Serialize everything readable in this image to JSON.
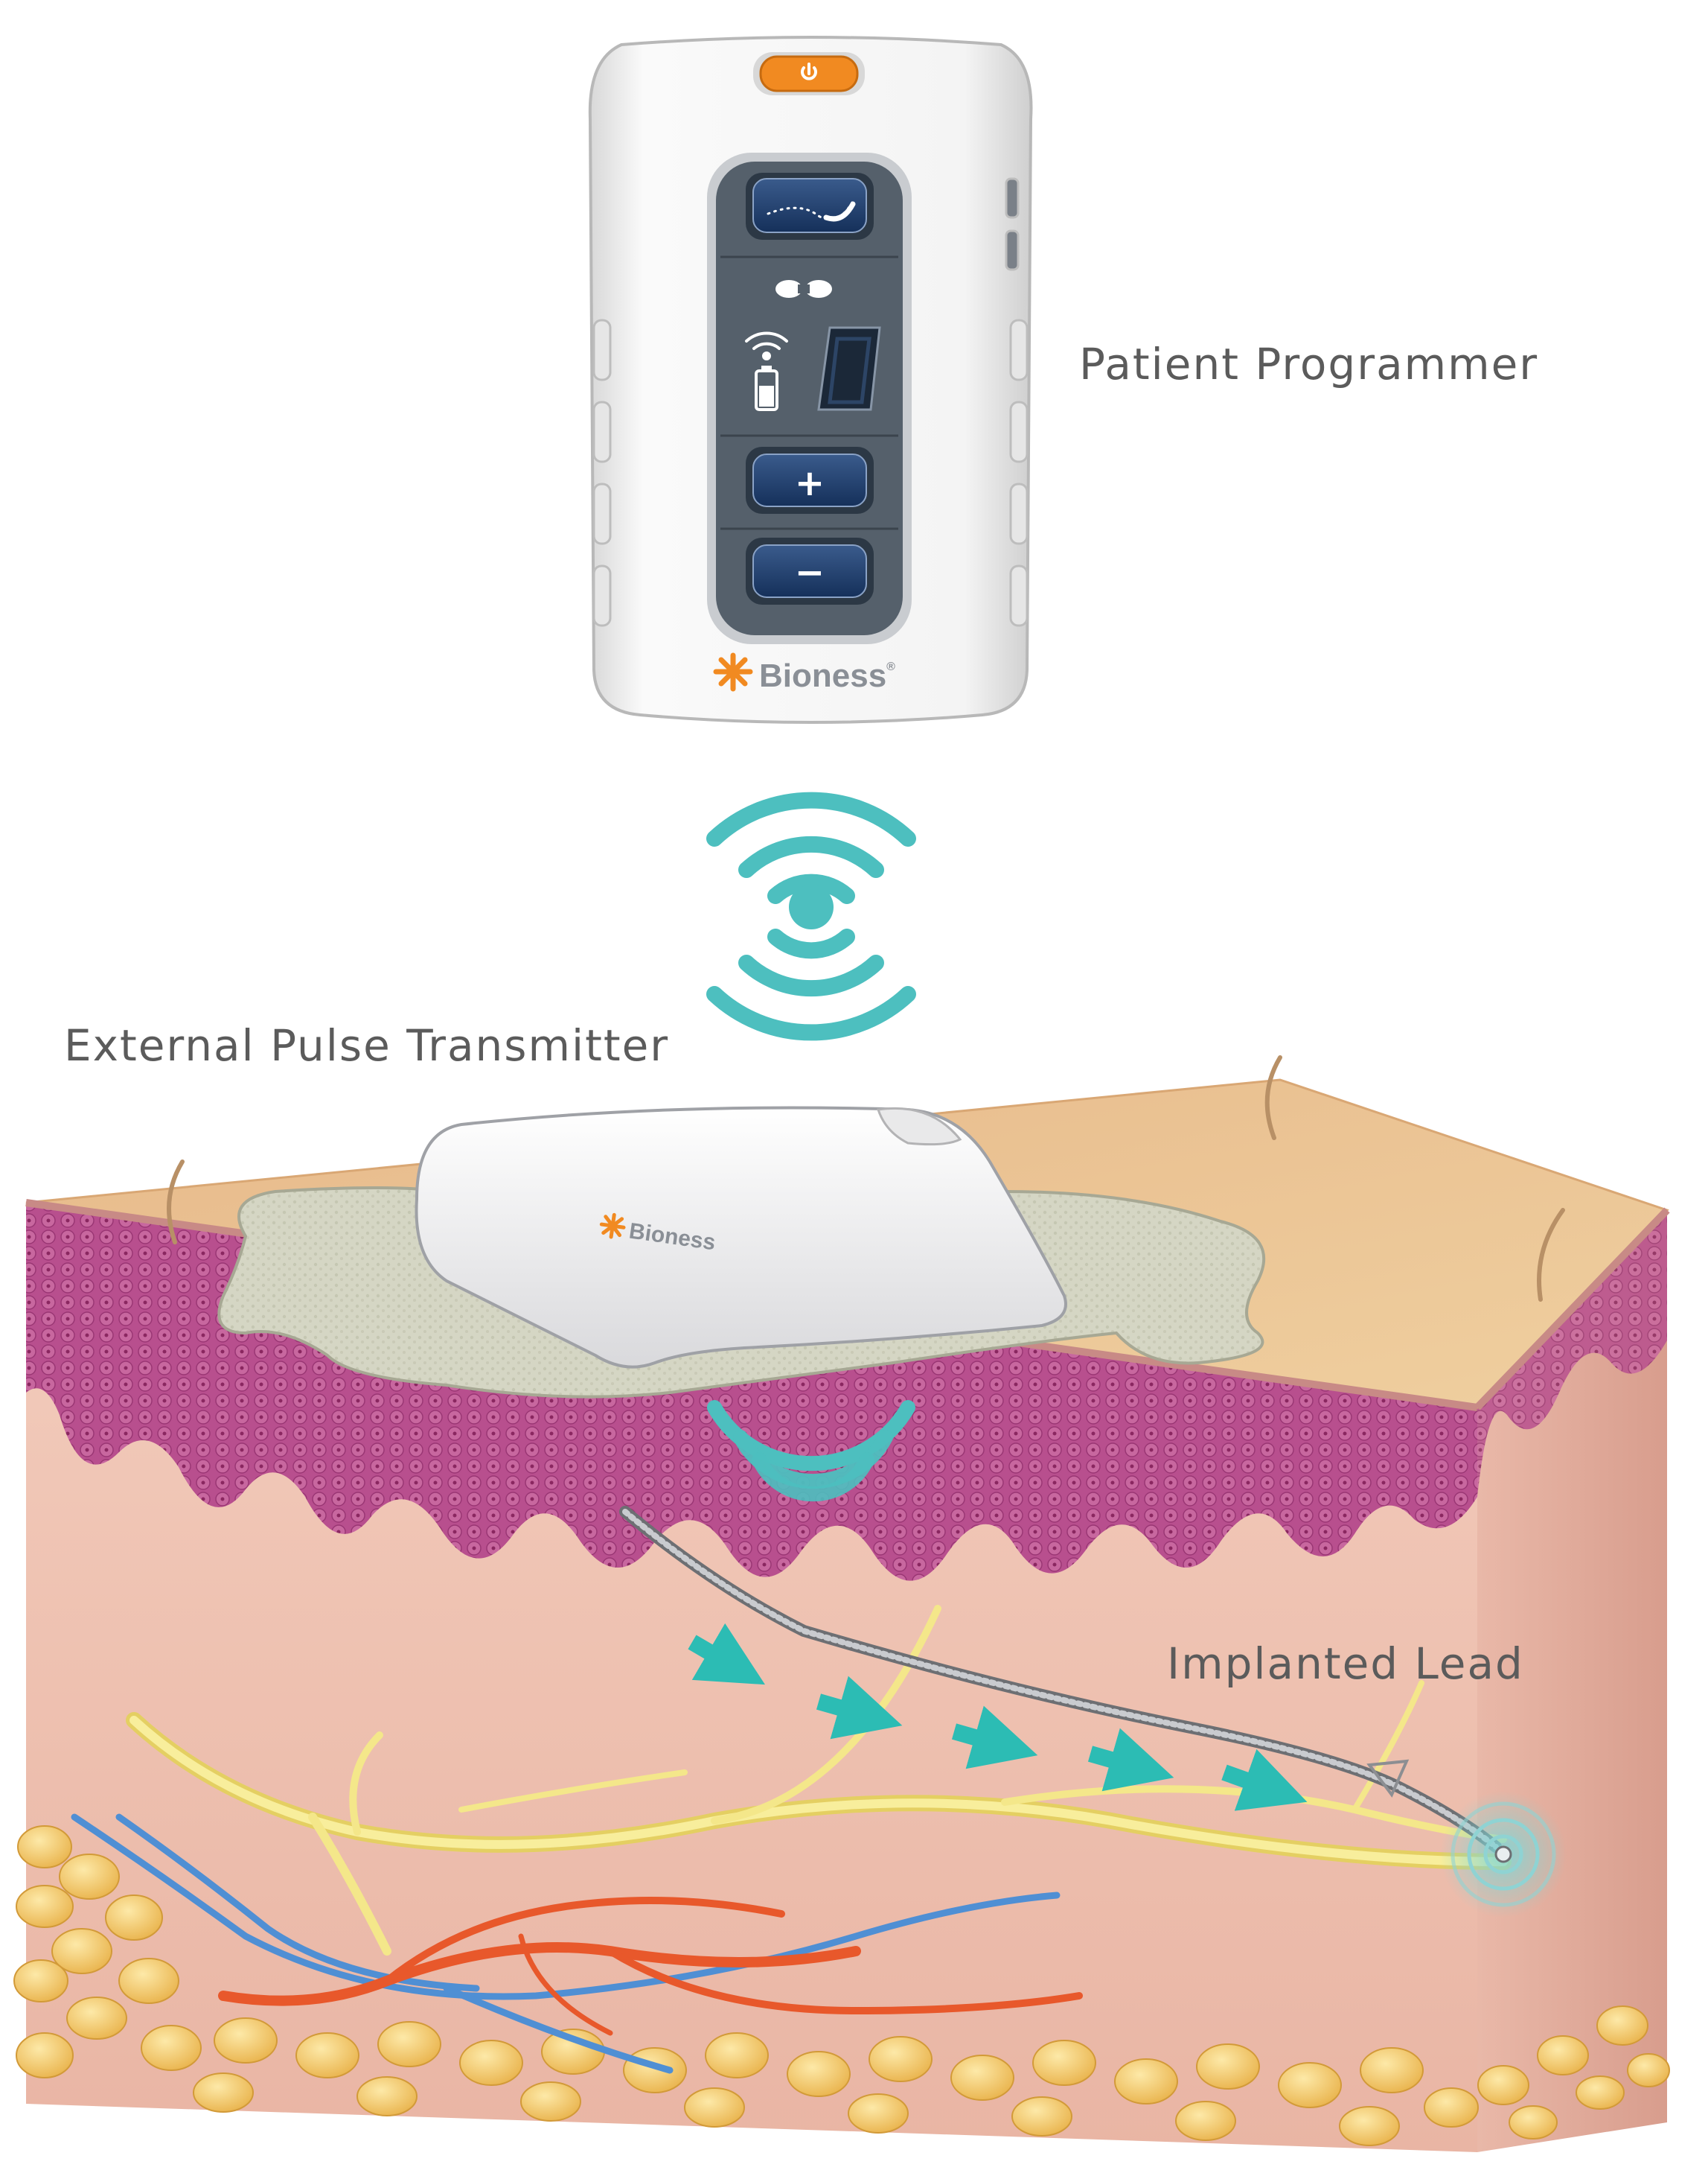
{
  "labels": {
    "patient_programmer": "Patient Programmer",
    "external_pulse_transmitter": "External Pulse Transmitter",
    "implanted_lead": "Implanted Lead"
  },
  "programmer": {
    "brand": "Bioness",
    "brand_mark": "®",
    "plus_symbol": "+",
    "minus_symbol": "−"
  },
  "transmitter": {
    "brand": "Bioness"
  },
  "colors": {
    "signal": "#4dbfbf",
    "flow_arrow": "#2cbcb4",
    "brand_orange": "#f18a21",
    "device_shell": "#f4f4f4",
    "button_panel": "#55606b",
    "button_face": "#23416e",
    "skin_surface": "#e9c08c",
    "epidermis": "#b54c8c",
    "dermis": "#efc2b4",
    "nerve": "#f4e78a",
    "artery": "#e8582b",
    "vein": "#4f8fd4",
    "fat": "#f0c45e",
    "callout_text": "#5b5b5b"
  },
  "icons": {
    "power": "power-icon",
    "gait": "gait-pattern-icon",
    "footprints": "footprints-icon",
    "signal": "wireless-signal-icon",
    "battery": "battery-icon",
    "display": "seven-segment-display"
  }
}
